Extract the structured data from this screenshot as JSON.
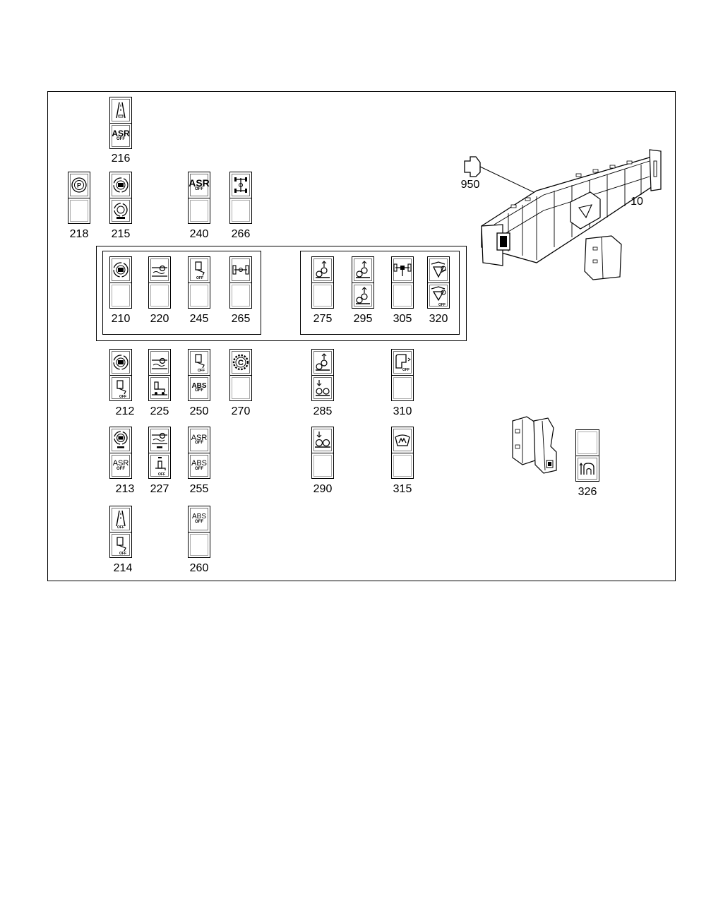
{
  "labels": {
    "p216": "216",
    "p218": "218",
    "p215": "215",
    "p240": "240",
    "p266": "266",
    "p210": "210",
    "p220": "220",
    "p245": "245",
    "p265": "265",
    "p275": "275",
    "p295": "295",
    "p305": "305",
    "p320": "320",
    "p212": "212",
    "p225": "225",
    "p250": "250",
    "p270": "270",
    "p285": "285",
    "p310": "310",
    "p213": "213",
    "p227": "227",
    "p255": "255",
    "p290": "290",
    "p315": "315",
    "p214": "214",
    "p260": "260",
    "p950": "950",
    "p10": "10",
    "p326": "326"
  },
  "symbols": {
    "asr": "ASR",
    "abs": "ABS",
    "off": "OFF",
    "c": "C",
    "p": "P"
  }
}
